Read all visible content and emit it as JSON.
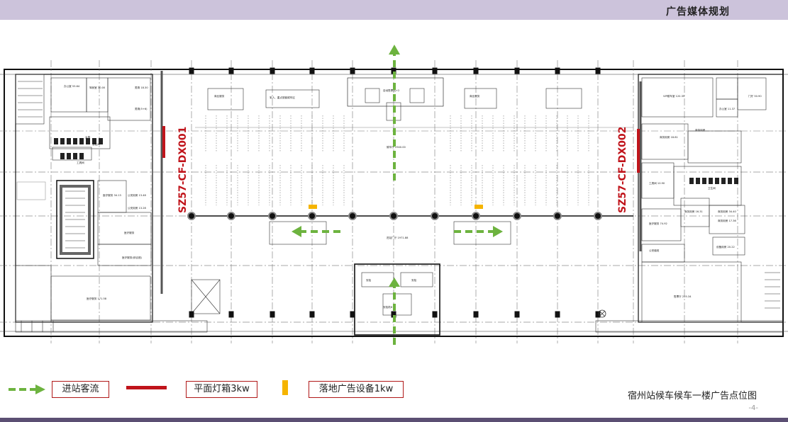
{
  "header": {
    "title": "广告媒体规划"
  },
  "plan": {
    "lightbox_labels": [
      "SZ57-CF-DX001",
      "SZ57-CF-DX002"
    ],
    "room_labels": [
      "办公室 55.64",
      "驾驶室 30.00",
      "男厕 18.30",
      "卫生间",
      "女厕",
      "男厕(5+6)",
      "工具间",
      "医疗服务 34.13",
      "公安用房 13.48",
      "公安用房 13.28",
      "医疗服务",
      "医疗服务(综合馆)",
      "医疗服务 171.58",
      "商业服务",
      "军人、重点旅客候车区",
      "自动售票机+2",
      "商业服务",
      "候车厅 2940.00",
      "进站广厅 1971.88",
      "安检",
      "安检",
      "安检机6+2",
      "VIP候车室 120.35",
      "门厅 50.90",
      "办公室 11.37",
      "商务用房",
      "商务用房 18.81",
      "工具间 10.90",
      "卫生间",
      "医疗服务 74.92",
      "商务用房 16.31",
      "商务用房 34.40",
      "商务用房 17.36",
      "设备用房 20.22",
      "公安值班",
      "售票厅 225.34"
    ]
  },
  "legend": {
    "flow_label": "进站客流",
    "lightbox_label": "平面灯箱3kw",
    "floor_label": "落地广告设备1kw"
  },
  "caption": "宿州站候车候车一楼广告点位图",
  "page_number": "-4-",
  "colors": {
    "flow_arrow": "#6db33f",
    "lightbox": "#c0141b",
    "floor_device": "#f5b400",
    "header_bar": "#ccc3db",
    "footer_bar": "#5b4f73"
  }
}
